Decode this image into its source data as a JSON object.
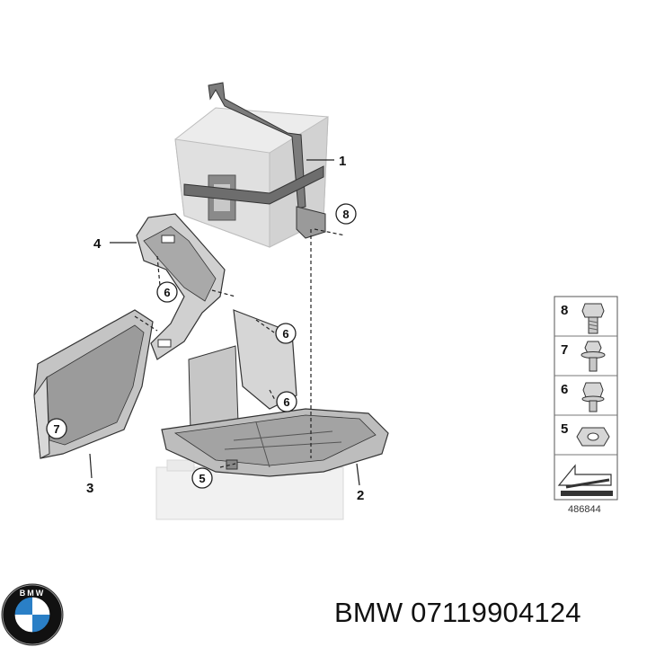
{
  "callouts": [
    {
      "id": "1",
      "label": "1"
    },
    {
      "id": "2",
      "label": "2"
    },
    {
      "id": "3",
      "label": "3"
    },
    {
      "id": "4",
      "label": "4"
    }
  ],
  "circled_refs": [
    {
      "id": "8",
      "label": "8"
    },
    {
      "id": "6a",
      "label": "6"
    },
    {
      "id": "6b",
      "label": "6"
    },
    {
      "id": "6c",
      "label": "6"
    },
    {
      "id": "7",
      "label": "7"
    },
    {
      "id": "5",
      "label": "5"
    }
  ],
  "legend": {
    "items": [
      {
        "label": "8",
        "icon": "hex-bolt-icon"
      },
      {
        "label": "7",
        "icon": "flange-bolt-icon"
      },
      {
        "label": "6",
        "icon": "hex-bolt-short-icon"
      },
      {
        "label": "5",
        "icon": "hex-nut-icon"
      }
    ],
    "reference_number": "486844",
    "arrow_icon": "direction-arrow-icon"
  },
  "brand": {
    "logo_icon": "bmw-logo-icon",
    "logo_text": "BMW"
  },
  "caption": "BMW 07119904124",
  "colors": {
    "part_fill": "#e9e9e9",
    "part_shade": "#b8b8b8",
    "line": "#222222",
    "battery_bottom": "#f2f2f2"
  }
}
